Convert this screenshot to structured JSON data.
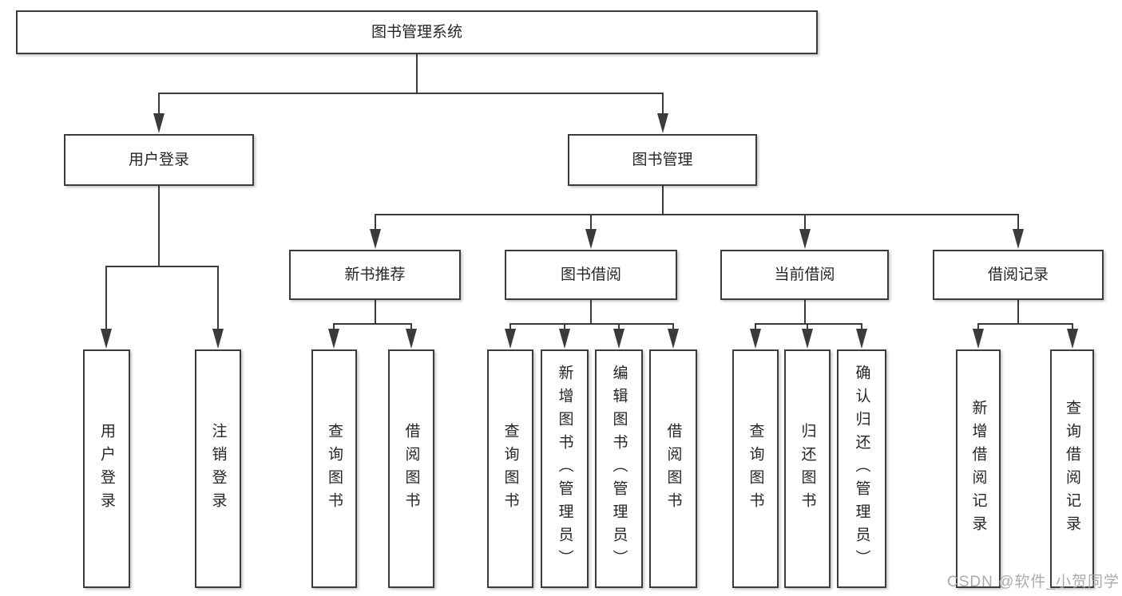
{
  "tree": {
    "root": {
      "label": "图书管理系统",
      "children": [
        {
          "label": "用户登录",
          "children": [
            {
              "label": "用户登录"
            },
            {
              "label": "注销登录"
            }
          ]
        },
        {
          "label": "图书管理",
          "children": [
            {
              "label": "新书推荐",
              "children": [
                {
                  "label": "查询图书"
                },
                {
                  "label": "借阅图书"
                }
              ]
            },
            {
              "label": "图书借阅",
              "children": [
                {
                  "label": "查询图书"
                },
                {
                  "label": "新增图书（管理员）"
                },
                {
                  "label": "编辑图书（管理员）"
                },
                {
                  "label": "借阅图书"
                }
              ]
            },
            {
              "label": "当前借阅",
              "children": [
                {
                  "label": "查询图书"
                },
                {
                  "label": "归还图书"
                },
                {
                  "label": "确认归还（管理员）"
                }
              ]
            },
            {
              "label": "借阅记录",
              "children": [
                {
                  "label": "新增借阅记录"
                },
                {
                  "label": "查询借阅记录"
                }
              ]
            }
          ]
        }
      ]
    }
  },
  "watermark": {
    "text": "CSDN @软件_小贺同学"
  },
  "colors": {
    "line": "#3b3b3b",
    "box_border": "#3b3b3b",
    "text": "#262626",
    "background": "#ffffff",
    "watermark": "#a4a4a4"
  }
}
